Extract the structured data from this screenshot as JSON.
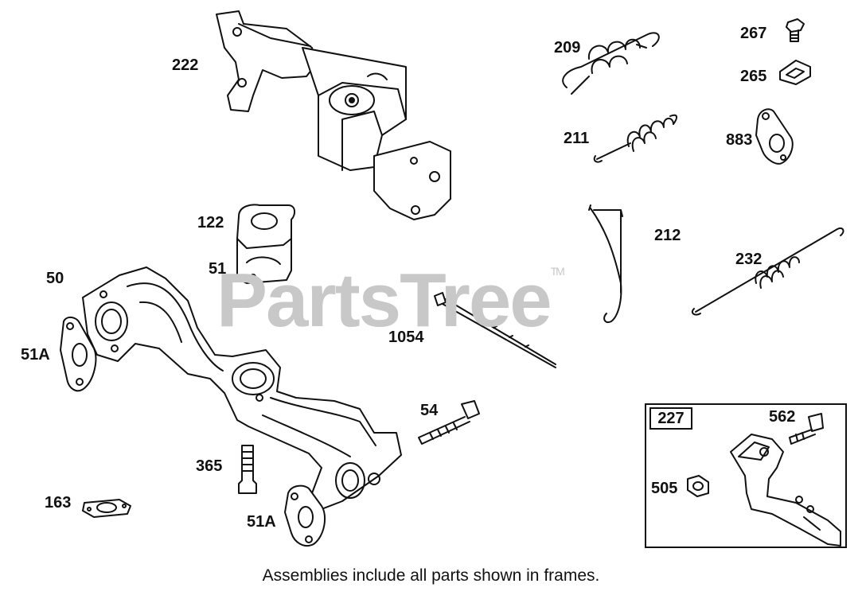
{
  "watermark": {
    "text": "PartsTree",
    "trademark": "TM"
  },
  "frame": {
    "label": "227"
  },
  "footnote": "Assemblies include all parts shown in frames.",
  "labels": {
    "p222": "222",
    "p209": "209",
    "p267": "267",
    "p265": "265",
    "p211": "211",
    "p883": "883",
    "p122": "122",
    "p51": "51",
    "p50": "50",
    "p51a_left": "51A",
    "p212": "212",
    "p232": "232",
    "p1054": "1054",
    "p54": "54",
    "p562": "562",
    "p505": "505",
    "p365": "365",
    "p163": "163",
    "p51a_bottom": "51A"
  },
  "colors": {
    "line": "#111111",
    "watermark": "#c8c8c8",
    "fill": "#ffffff"
  }
}
